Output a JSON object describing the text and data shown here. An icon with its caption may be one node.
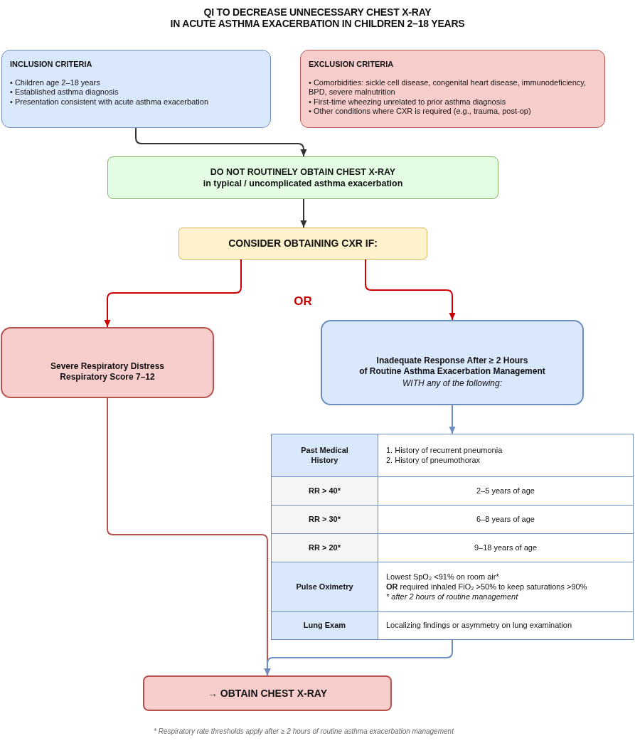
{
  "diagram": {
    "title": "QI TO DECREASE UNNECESSARY CHEST X-RAY IN ACUTE ASTHMA EXACERBATION IN CHILDREN 2–18 YEARS",
    "nodes": [
      {
        "text": [
          "INCLUSION CRITERIA",
          "• Children age 2–18 years",
          "• Established asthma diagnosis",
          "• Presentation consistent with acute asthma exacerbation"
        ]
      },
      {
        "text": [
          "EXCLUSION CRITERIA",
          "• Comorbidities: sickle cell disease, congenital heart disease, immunodeficiency, BPD, severe malnutrition",
          "• First-time wheezing unrelated to prior asthma diagnosis",
          "• Other conditions where CXR is required (e.g., trauma, post-op)"
        ]
      },
      {
        "text": [
          "DO NOT ROUTINELY OBTAIN CHEST X-RAY",
          "in typical / uncomplicated asthma exacerbation"
        ]
      },
      {
        "text": [
          "CONSIDER OBTAINING CXR IF:"
        ]
      },
      {
        "text": [
          "Severe Respiratory Distress",
          "Respiratory Score 7–12"
        ]
      },
      {
        "text": [
          "Inadequate Response After ≥ 2 Hours of Routine Asthma Exacerbation Management",
          "WITH any of the following:"
        ]
      },
      {
        "text": [],
        "shape": "table"
      },
      {
        "text": [
          "Past Medical History"
        ],
        "in": 6
      },
      {
        "text": [
          "1. History of recurrent pneumonia",
          "2. History of pneumothorax"
        ],
        "in": 6
      },
      {
        "text": [
          "RR > 40*"
        ],
        "in": 6
      },
      {
        "text": [
          "2–5 years of age"
        ],
        "in": 6
      },
      {
        "text": [
          "RR > 30*"
        ],
        "in": 6
      },
      {
        "text": [
          "6–8 years of age"
        ],
        "in": 6
      },
      {
        "text": [
          "RR > 20*"
        ],
        "in": 6
      },
      {
        "text": [
          "9–18 years of age"
        ],
        "in": 6
      },
      {
        "text": [
          "Pulse Oximetry"
        ],
        "in": 6
      },
      {
        "text": [
          "Lowest SpO₂ <91% on room air*",
          "**OR** required inhaled FiO₂ >50% to keep saturations >90%",
          "* after 2 hours of routine management"
        ],
        "in": 6
      },
      {
        "text": [
          "Lung Exam"
        ],
        "in": 6
      },
      {
        "text": [
          "Localizing findings or asymmetry on lung examination"
        ],
        "in": 6
      },
      {
        "text": [
          "→ OBTAIN CHEST X-RAY"
        ]
      }
    ],
    "edges": [
      {
        "from": 0,
        "to": 2,
        "arrow": "to",
        "color": "#333333"
      },
      {
        "from": 2,
        "to": 3,
        "arrow": "to",
        "color": "#333333"
      },
      {
        "from": 3,
        "to": 4,
        "arrow": "to",
        "color": "#cc0000"
      },
      {
        "from": 3,
        "to": 5,
        "arrow": "to",
        "color": "#cc0000"
      },
      {
        "from": 5,
        "to": 6,
        "arrow": "to",
        "color": "#6c8ebf"
      },
      {
        "from": 4,
        "to": 19,
        "arrow": "to",
        "color": "#b85450"
      },
      {
        "from": 6,
        "to": 19,
        "arrow": "to",
        "color": "#6c8ebf"
      }
    ],
    "labels": [
      "OR",
      "* Respiratory rate thresholds apply after ≥ 2 hours of routine asthma exacerbation management"
    ]
  }
}
